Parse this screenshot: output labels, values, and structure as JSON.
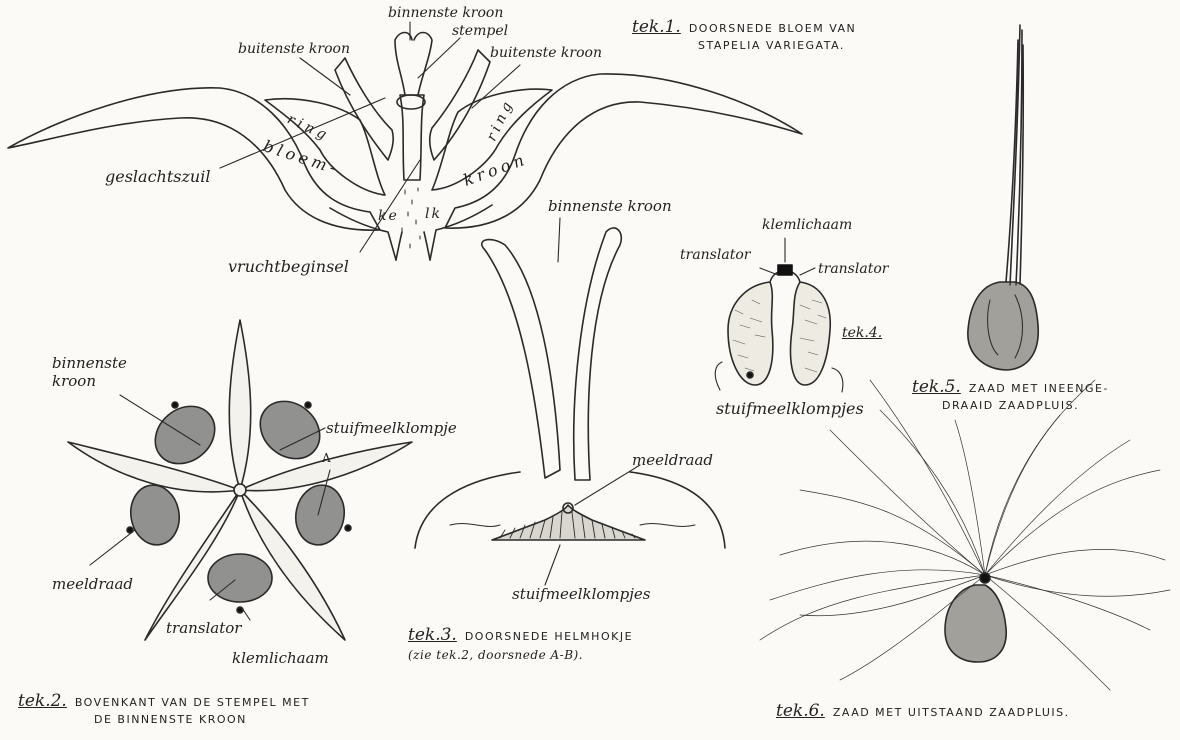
{
  "fig1": {
    "tek": "tek.1.",
    "caption_line1": "DOORSNEDE BLOEM VAN",
    "caption_line2": "STAPELIA VARIEGATA.",
    "labels": {
      "binnenste_kroon": "binnenste kroon",
      "stempel": "stempel",
      "buitenste_kroon_left": "buitenste kroon",
      "buitenste_kroon_right": "buitenste kroon",
      "geslachtszuil": "geslachtszuil",
      "vruchtbeginsel": "vruchtbeginsel",
      "ring_left": "ring",
      "ring_right": "ring",
      "bloem": "bloem-",
      "kroon": "kroon",
      "ke": "ke",
      "lk": "lk"
    }
  },
  "fig2": {
    "tek": "tek.2.",
    "caption_line1": "BOVENKANT VAN DE STEMPEL MET",
    "caption_line2": "DE BINNENSTE KROON",
    "labels": {
      "binnenste_kroon": "binnenste",
      "binnenste_kroon_2": "kroon",
      "stuifmeelklompje": "stuifmeelklompje",
      "a_marker": "A",
      "meeldraad": "meeldraad",
      "translator": "translator",
      "klemlichaam": "klemlichaam"
    }
  },
  "fig3": {
    "tek": "tek.3.",
    "caption_line1": "DOORSNEDE HELMHOKJE",
    "caption_line2": "(zie tek.2, doorsnede A-B).",
    "labels": {
      "binnenste_kroon": "binnenste kroon",
      "meeldraad": "meeldraad",
      "stuifmeelklompjes": "stuifmeelklompjes"
    }
  },
  "fig4": {
    "tek": "tek.4.",
    "labels": {
      "klemlichaam": "klemlichaam",
      "translator_left": "translator",
      "translator_right": "translator",
      "stuifmeelklompjes": "stuifmeelklompjes"
    }
  },
  "fig5": {
    "tek": "tek.5.",
    "caption_line1": "ZAAD MET INEENGE-",
    "caption_line2": "DRAAID ZAADPLUIS."
  },
  "fig6": {
    "tek": "tek.6.",
    "caption_line1": "ZAAD MET UITSTAAND ZAADPLUIS."
  }
}
